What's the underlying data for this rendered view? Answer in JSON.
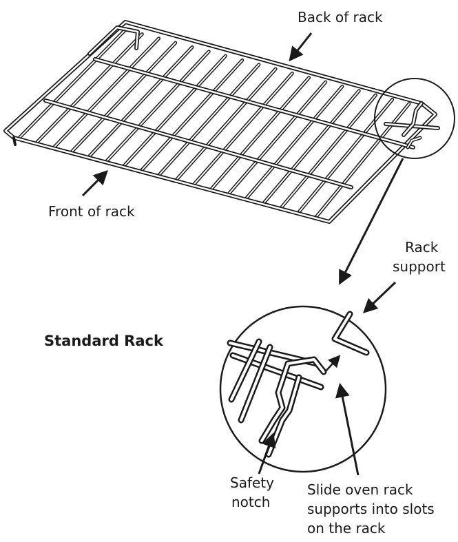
{
  "labels": {
    "back": "Back of rack",
    "front": "Front of rack",
    "support_line1": "Rack",
    "support_line2": "support",
    "title": "Standard Rack",
    "notch_line1": "Safety",
    "notch_line2": "notch",
    "slide_line1": "Slide oven rack",
    "slide_line2": "supports into slots",
    "slide_line3": "on the rack"
  },
  "colors": {
    "ink": "#1a1a1a",
    "rail": "#ffffff"
  }
}
